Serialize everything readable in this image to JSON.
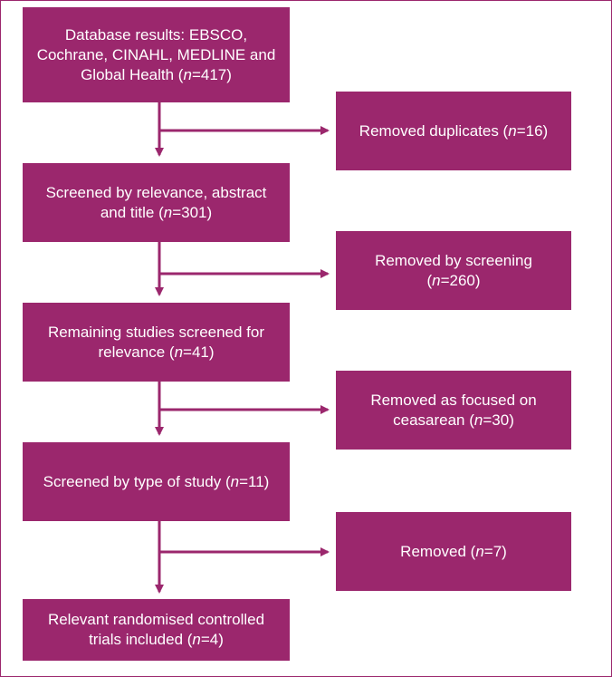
{
  "flow": {
    "steps": [
      {
        "line1": "Database results: EBSCO,",
        "line2": "Cochrane, CINAHL, MEDLINE and",
        "line3_pre": "Global Health (",
        "n": "n",
        "line3_post": "=417)"
      },
      {
        "line1": "Screened by relevance, abstract",
        "line2_pre": "and title (",
        "n": "n",
        "line2_post": "=301)"
      },
      {
        "line1": "Remaining studies screened for",
        "line2_pre": "relevance (",
        "n": "n",
        "line2_post": "=41)"
      },
      {
        "line1_pre": "Screened by type of study (",
        "n": "n",
        "line1_post": "=11)"
      },
      {
        "line1": "Relevant randomised controlled",
        "line2_pre": "trials included (",
        "n": "n",
        "line2_post": "=4)"
      }
    ],
    "removals": [
      {
        "line1_pre": "Removed duplicates (",
        "n": "n",
        "line1_post": "=16)"
      },
      {
        "line1": "Removed by screening",
        "line2_pre": "(",
        "n": "n",
        "line2_post": "=260)"
      },
      {
        "line1": "Removed as focused on",
        "line2_pre": "ceasarean (",
        "n": "n",
        "line2_post": "=30)"
      },
      {
        "line1_pre": "Removed (",
        "n": "n",
        "line1_post": "=7)"
      }
    ]
  },
  "colors": {
    "box": "#9b276d",
    "text": "#ffffff"
  }
}
